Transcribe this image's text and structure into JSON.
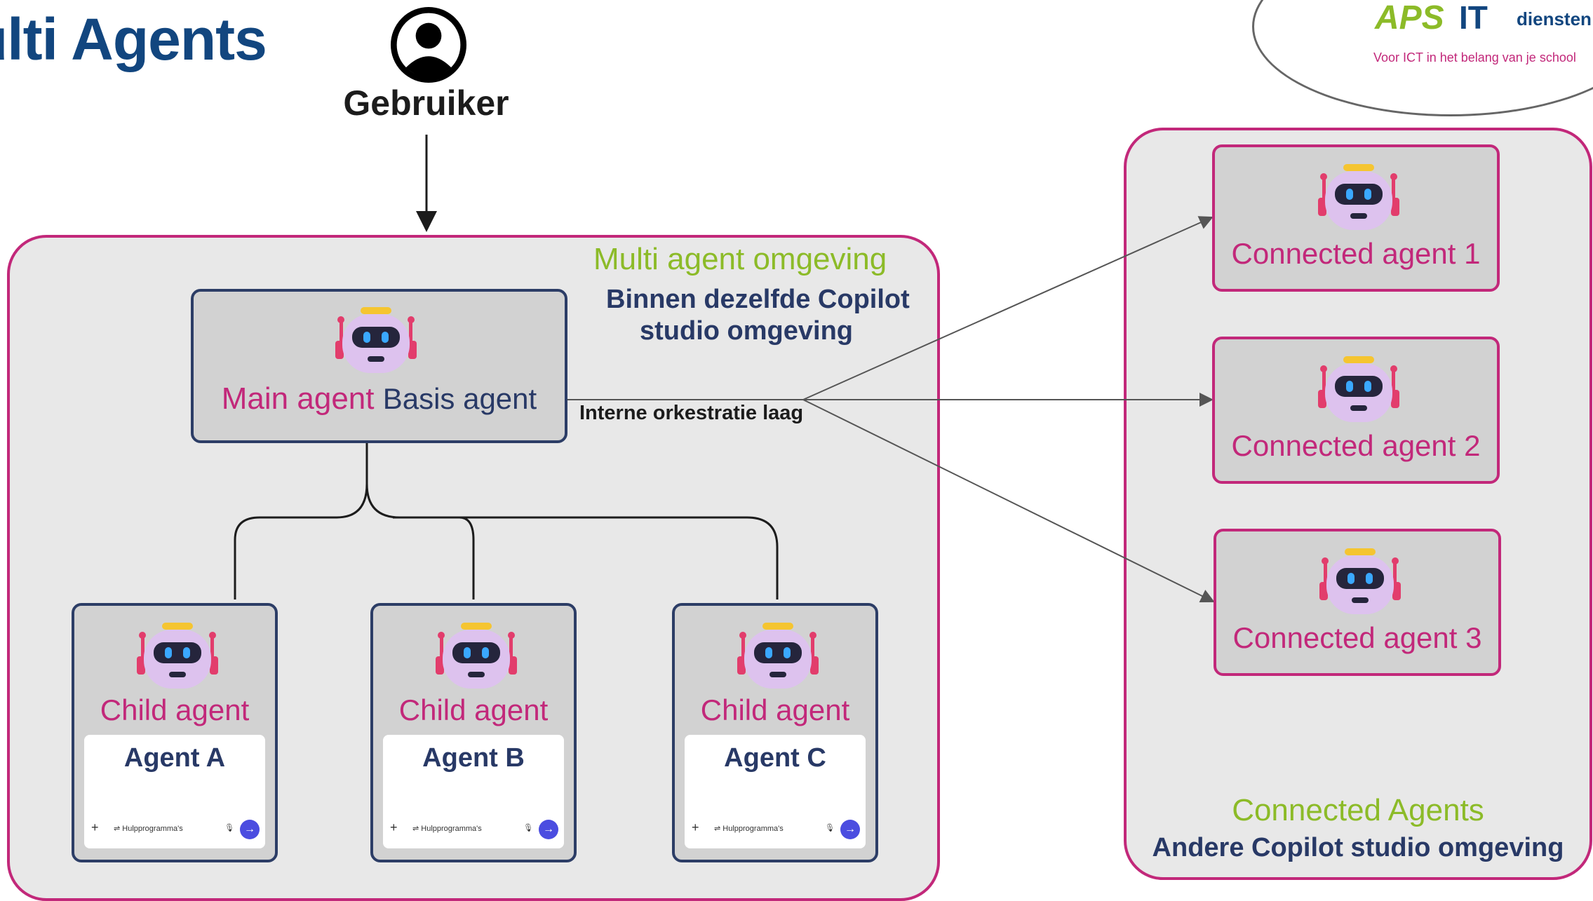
{
  "title": "ulti Agents",
  "user": {
    "label": "Gebruiker",
    "icon": "user-circle-icon"
  },
  "logo": {
    "aps": "APS",
    "it": "IT",
    "diensten": "diensten",
    "tagline": "Voor ICT in het belang van je school"
  },
  "multi_env": {
    "title": "Multi agent omgeving",
    "subtitle_line1": "Binnen dezelfde Copilot",
    "subtitle_line2": "studio omgeving"
  },
  "main_agent": {
    "label": "Main agent",
    "sublabel": "Basis agent",
    "icon": "robot-icon"
  },
  "orchestration_label": "Interne orkestratie laag",
  "child_agents": [
    {
      "label": "Child agent",
      "name": "Agent A",
      "toolbar": "Hulpprogramma's"
    },
    {
      "label": "Child agent",
      "name": "Agent B",
      "toolbar": "Hulpprogramma's"
    },
    {
      "label": "Child agent",
      "name": "Agent C",
      "toolbar": "Hulpprogramma's"
    }
  ],
  "connected_agents": [
    {
      "label": "Connected agent 1"
    },
    {
      "label": "Connected agent 2"
    },
    {
      "label": "Connected agent 3"
    }
  ],
  "connected_env": {
    "title": "Connected Agents",
    "subtitle": "Andere Copilot studio omgeving"
  },
  "colors": {
    "pink": "#c2287a",
    "green": "#8cbb28",
    "navy": "#283966",
    "title_blue": "#12467f"
  }
}
